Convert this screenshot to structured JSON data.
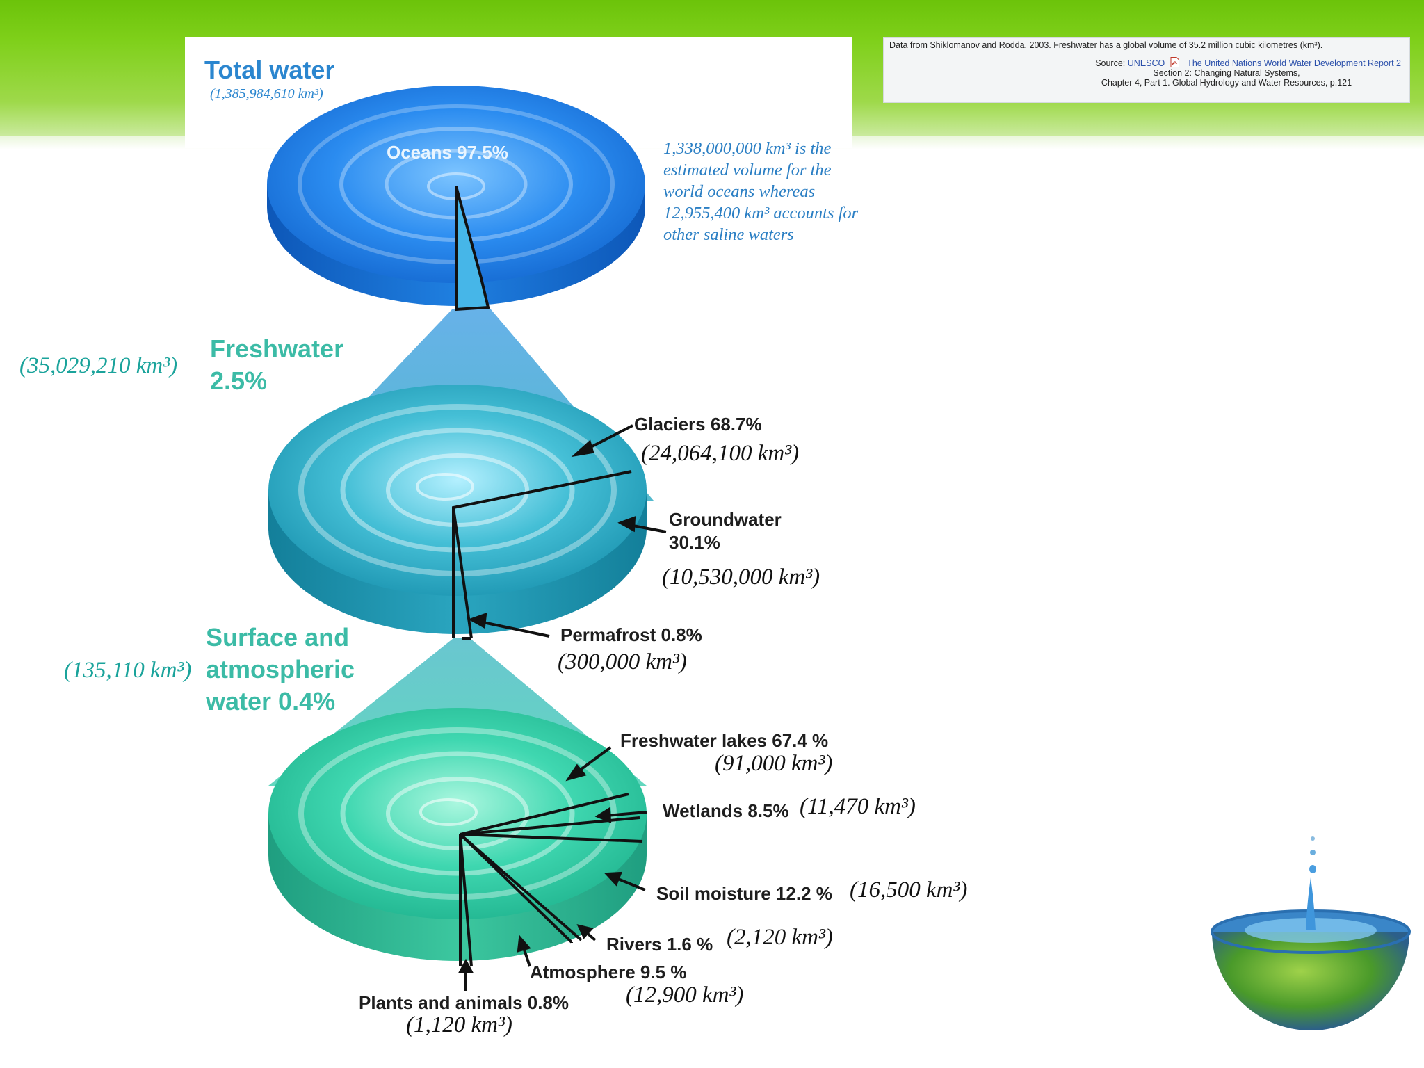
{
  "source": {
    "data_line": "Data from Shiklomanov and Rodda, 2003. Freshwater has a global volume of 35.2 million cubic kilometres (km³).",
    "source_label": "Source:",
    "unesco": "UNESCO",
    "report_link": "The United Nations World Water Development Report 2",
    "section": "Section 2: Changing Natural Systems,",
    "chapter": "Chapter 4, Part 1. Global Hydrology and Water Resources, p.121"
  },
  "total": {
    "title": "Total water",
    "volume": "(1,385,984,610 km³)",
    "oceans_label": "Oceans 97.5%",
    "note": "1,338,000,000 km³ is the estimated volume for the world oceans whereas 12,955,400 km³ accounts for other saline waters"
  },
  "freshwater": {
    "title_line1": "Freshwater",
    "title_line2": "2.5%",
    "volume": "(35,029,210 km³)",
    "glaciers_label": "Glaciers 68.7%",
    "glaciers_volume": "(24,064,100 km³)",
    "groundwater_line1": "Groundwater",
    "groundwater_line2": "30.1%",
    "groundwater_volume": "(10,530,000 km³)",
    "permafrost_label": "Permafrost 0.8%",
    "permafrost_volume": "(300,000 km³)"
  },
  "surface": {
    "title_line1": "Surface and",
    "title_line2": "atmospheric",
    "title_line3": "water 0.4%",
    "volume": "(135,110 km³)",
    "lakes_label": "Freshwater lakes 67.4 %",
    "lakes_volume": "(91,000 km³)",
    "wetlands_label": "Wetlands 8.5%",
    "wetlands_volume": "(11,470 km³)",
    "soil_label": "Soil moisture 12.2 %",
    "soil_volume": "(16,500 km³)",
    "rivers_label": "Rivers 1.6 %",
    "rivers_volume": "(2,120 km³)",
    "atmosphere_label": "Atmosphere 9.5 %",
    "atmosphere_volume": "(12,900 km³)",
    "plants_label": "Plants and animals 0.8%",
    "plants_volume": "(1,120 km³)"
  },
  "colors": {
    "banner": "#6cc30a",
    "ocean": "#1f7fe0",
    "freshwater": "#25a3b8",
    "surface": "#34c9a3",
    "teal_text": "#1aa39b",
    "blue_title": "#2b86cf"
  }
}
